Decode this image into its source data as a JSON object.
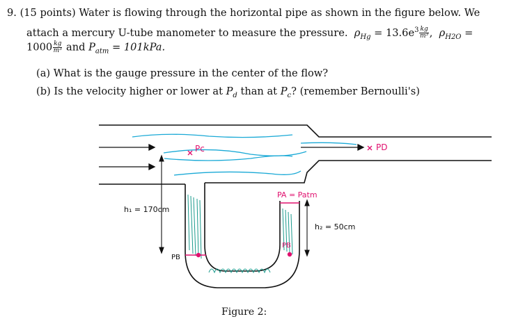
{
  "problem": {
    "number": "9.",
    "points": "(15 points)",
    "intro": "Water is flowing through the horizontal pipe as shown in the figure below. We",
    "line2_start": "attach a mercury U-tube manometer to measure the pressure.",
    "rho_hg_label": "ρ",
    "rho_hg_sub": "Hg",
    "rho_hg_value": "= 13.6e",
    "rho_hg_exp": "3",
    "unit_num": "kg",
    "unit_den": "m³",
    "rho_h2o_label": "ρ",
    "rho_h2o_sub": "H2O",
    "rho_h2o_eq": "=",
    "rho_h2o_value": "1000",
    "and": "and",
    "p_atm_label": "P",
    "p_atm_sub": "atm",
    "p_atm_value": "= 101kPa."
  },
  "questions": {
    "a": "(a) What is the gauge pressure in the center of the flow?",
    "b_start": "(b) Is the velocity higher or lower at",
    "b_pd": "P",
    "b_pd_sub": "d",
    "b_mid": "than at",
    "b_pc": "P",
    "b_pc_sub": "c",
    "b_end": "? (remember Bernoulli's)"
  },
  "figure": {
    "caption": "Figure 2:",
    "labels": {
      "pc": "Pc",
      "pd": "PD",
      "h1": "h₁ = 170cm",
      "h2": "h₂ = 50cm",
      "pb_left": "PB",
      "pb_right": "PB",
      "pa_patm": "PA = Patm"
    },
    "colors": {
      "pipe": "#111111",
      "water": "#19a9d6",
      "mercury": "#1a9a8c",
      "annotation": "#e0116f"
    }
  }
}
